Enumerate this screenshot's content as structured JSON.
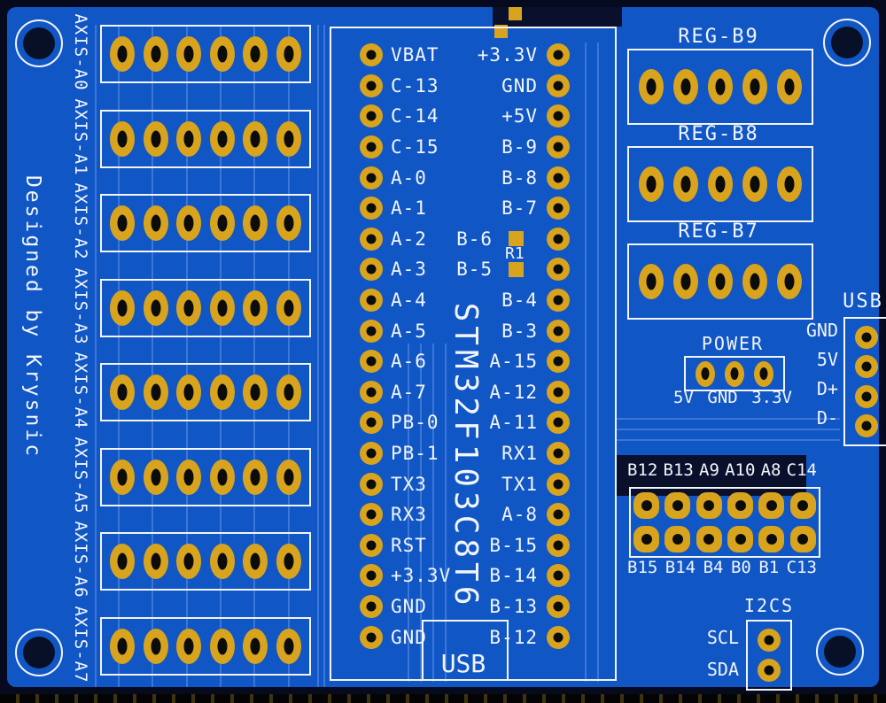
{
  "designer": "Designed by Krysnic",
  "axis": {
    "labels": [
      "AXIS-A0",
      "AXIS-A1",
      "AXIS-A2",
      "AXIS-A3",
      "AXIS-A4",
      "AXIS-A5",
      "AXIS-A6",
      "AXIS-A7"
    ]
  },
  "mcu": {
    "chip_name": "STM32F103C8T6",
    "left_pins": [
      "VBAT",
      "C-13",
      "C-14",
      "C-15",
      "A-0",
      "A-1",
      "A-2",
      "A-3",
      "A-4",
      "A-5",
      "A-6",
      "A-7",
      "PB-0",
      "PB-1",
      "TX3",
      "RX3",
      "RST",
      "+3.3V",
      "GND",
      "GND"
    ],
    "right_pins": [
      "+3.3V",
      "GND",
      "+5V",
      "B-9",
      "B-8",
      "B-7",
      "B-6",
      "B-5",
      "B-4",
      "B-3",
      "A-15",
      "A-12",
      "A-11",
      "RX1",
      "TX1",
      "A-8",
      "B-15",
      "B-14",
      "B-13",
      "B-12"
    ],
    "resistor_label": "R1",
    "usb_label": "USB"
  },
  "reg_headers": {
    "labels": [
      "REG-B9",
      "REG-B8",
      "REG-B7"
    ]
  },
  "power": {
    "label": "POWER",
    "pin_labels": [
      "5V",
      "GND",
      "3.3V"
    ]
  },
  "usb_header": {
    "label": "USB",
    "pin_labels": [
      "GND",
      "5V",
      "D+",
      "D-"
    ]
  },
  "gpio_grid": {
    "top_labels": [
      "B12",
      "B13",
      "A9",
      "A10",
      "A8",
      "C14"
    ],
    "bottom_labels": [
      "B15",
      "B14",
      "B4",
      "B0",
      "B1",
      "C13"
    ]
  },
  "i2c_header": {
    "label": "I2CS",
    "pin_labels": [
      "SCL",
      "SDA"
    ]
  },
  "colors": {
    "board": "#1156c5",
    "pad": "#d9a41d",
    "hole": "#0c0c0c",
    "silkscreen": "#f2f5fa",
    "substrate": "#0a102c"
  }
}
